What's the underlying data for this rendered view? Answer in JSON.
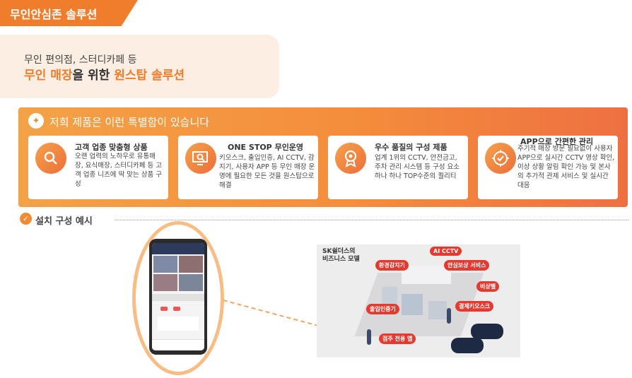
{
  "header": {
    "title": "무인안심존 솔루션"
  },
  "intro": {
    "subtitle": "무인 편의점, 스터디카페 등",
    "main_hl1": "무인 매장",
    "main_mid": "을 위한 ",
    "main_hl2": "원스탑 솔루션"
  },
  "features": {
    "title": "저희 제품은 이런 특별함이 있습니다",
    "cards": [
      {
        "title": "고객 업종 맞춤형 상품",
        "desc": "오랜 업력의 노하우로 유통매장, 요식매장, 스터디카페 등 고객 업종 니즈에 딱 맞는 상품 구성",
        "icon": "magnifier-icon"
      },
      {
        "title": "ONE STOP 무인운영",
        "desc": "키오스크, 출입인증, AI CCTV, 감지기, 사용자 APP 등 무인 매장 운영에 필요한 모든 것을 원스탑으로 해결",
        "icon": "monitor-search-icon"
      },
      {
        "title": "우수 품질의 구성 제품",
        "desc": "업계 1위의 CCTV, 안전금고, 주차 관리 시스템 등 구성 요소 하나 하나 TOP수준의 퀄리티",
        "icon": "award-icon"
      },
      {
        "title": "APP으로 간편한 관리",
        "desc": "주기적 매장 방문 필요없이 사용자 APP으로 실시간 CCTV 영상 확인, 이상 상황 알림 확인 가능 및 본사의 추가적 관제 서비스 및 실시간 대응",
        "icon": "target-check-icon"
      }
    ]
  },
  "install": {
    "title": "설치 구성 예시"
  },
  "diagram": {
    "heading_line1": "SK쉴더스의",
    "heading_line2": "비즈니스 모델",
    "tags": [
      "AI CCTV",
      "환경감지기",
      "안심보상 서비스",
      "비상벨",
      "출입인증기",
      "결제키오스크",
      "점주 전용 앱"
    ]
  },
  "colors": {
    "accent": "#f07d2c",
    "tag_red": "#e43a30"
  }
}
